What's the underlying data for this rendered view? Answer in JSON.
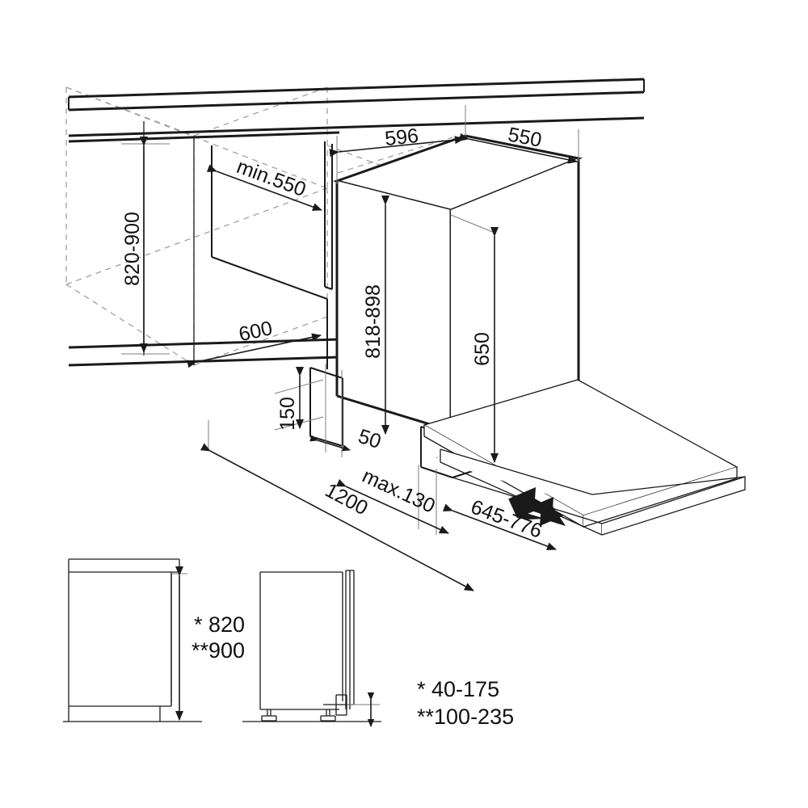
{
  "drawing": {
    "title": "Built-in dishwasher installation diagram",
    "units": "mm",
    "line_color": "#1a1a1a",
    "hidden_line_color": "#9a9a9a",
    "background": "#ffffff"
  },
  "dimensions": {
    "niche_height": "820-900",
    "niche_depth_min": "min.550",
    "niche_width": "600",
    "appliance_width": "596",
    "appliance_depth": "550",
    "appliance_height": "818-898",
    "door_panel_height": "650",
    "plinth_height": "150",
    "plinth_recess": "50",
    "door_open_clearance": "1200",
    "door_thickness_max": "max.130",
    "door_swing_range": "645-776"
  },
  "elevation_notes": {
    "height_single_star": "* 820",
    "height_double_star": "**900"
  },
  "footnotes": {
    "single_star": "*  40-175",
    "double_star": "**100-235"
  },
  "icons": {
    "double_arrow": "double-headed-arrow-icon",
    "arrow_head": "arrowhead-icon"
  }
}
